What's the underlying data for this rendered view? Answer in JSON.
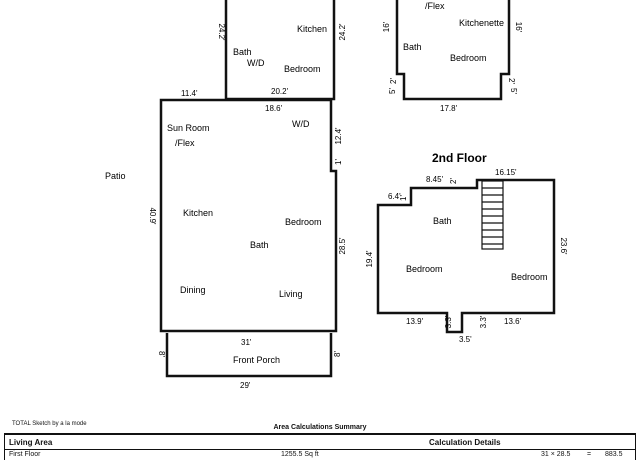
{
  "floor1_upper_left": {
    "rooms": {
      "kitchen": "Kitchen",
      "bath": "Bath",
      "wd": "W/D",
      "bedroom": "Bedroom"
    },
    "dims": {
      "left": "24.2'",
      "right": "24.2'",
      "bottom": "20.2'"
    }
  },
  "floor1_upper_right": {
    "rooms": {
      "flex": "/Flex",
      "kitchenette": "Kitchenette",
      "bath": "Bath",
      "bedroom": "Bedroom"
    },
    "dims": {
      "left": "16'",
      "right": "16'",
      "notch_left": "2'",
      "notch_right": "2'",
      "notch_left_b": "5'",
      "notch_right_b": "5'",
      "bottom": "17.8'"
    }
  },
  "floor1_main": {
    "rooms": {
      "sun_room": "Sun Room",
      "flex": "/Flex",
      "wd": "W/D",
      "patio": "Patio",
      "kitchen": "Kitchen",
      "bedroom": "Bedroom",
      "bath": "Bath",
      "dining": "Dining",
      "living": "Living",
      "front_porch": "Front Porch"
    },
    "dims": {
      "top_left": "11.4'",
      "top": "18.6'",
      "right_upper": "12.4'",
      "right_step": "1'",
      "left": "40.9'",
      "right": "28.5'",
      "bottom": "31'",
      "porch_left": "8'",
      "porch_right": "8'",
      "porch_bottom": "29'"
    }
  },
  "floor2": {
    "heading": "2nd Floor",
    "rooms": {
      "bath": "Bath",
      "bedroom_left": "Bedroom",
      "bedroom_right": "Bedroom"
    },
    "dims": {
      "top_left": "6.4'",
      "top_small": "2'",
      "top_mid": "8.45'",
      "top_right": "16.15'",
      "top_small2": "1'",
      "left": "19.4'",
      "right": "23.6'",
      "bottom_left": "13.9'",
      "notch_left": "3.3'",
      "notch_right": "3.3'",
      "bottom_right": "13.6'",
      "notch_bottom": "3.5'"
    }
  },
  "summary": {
    "credit": "TOTAL Sketch by a la mode",
    "title": "Area Calculations Summary",
    "living_area_label": "Living Area",
    "calc_details_label": "Calculation Details",
    "row": {
      "name": "First Floor",
      "area": "1255.5 Sq ft",
      "calc": "31 × 28.5",
      "equals": "=",
      "result": "883.5"
    }
  }
}
